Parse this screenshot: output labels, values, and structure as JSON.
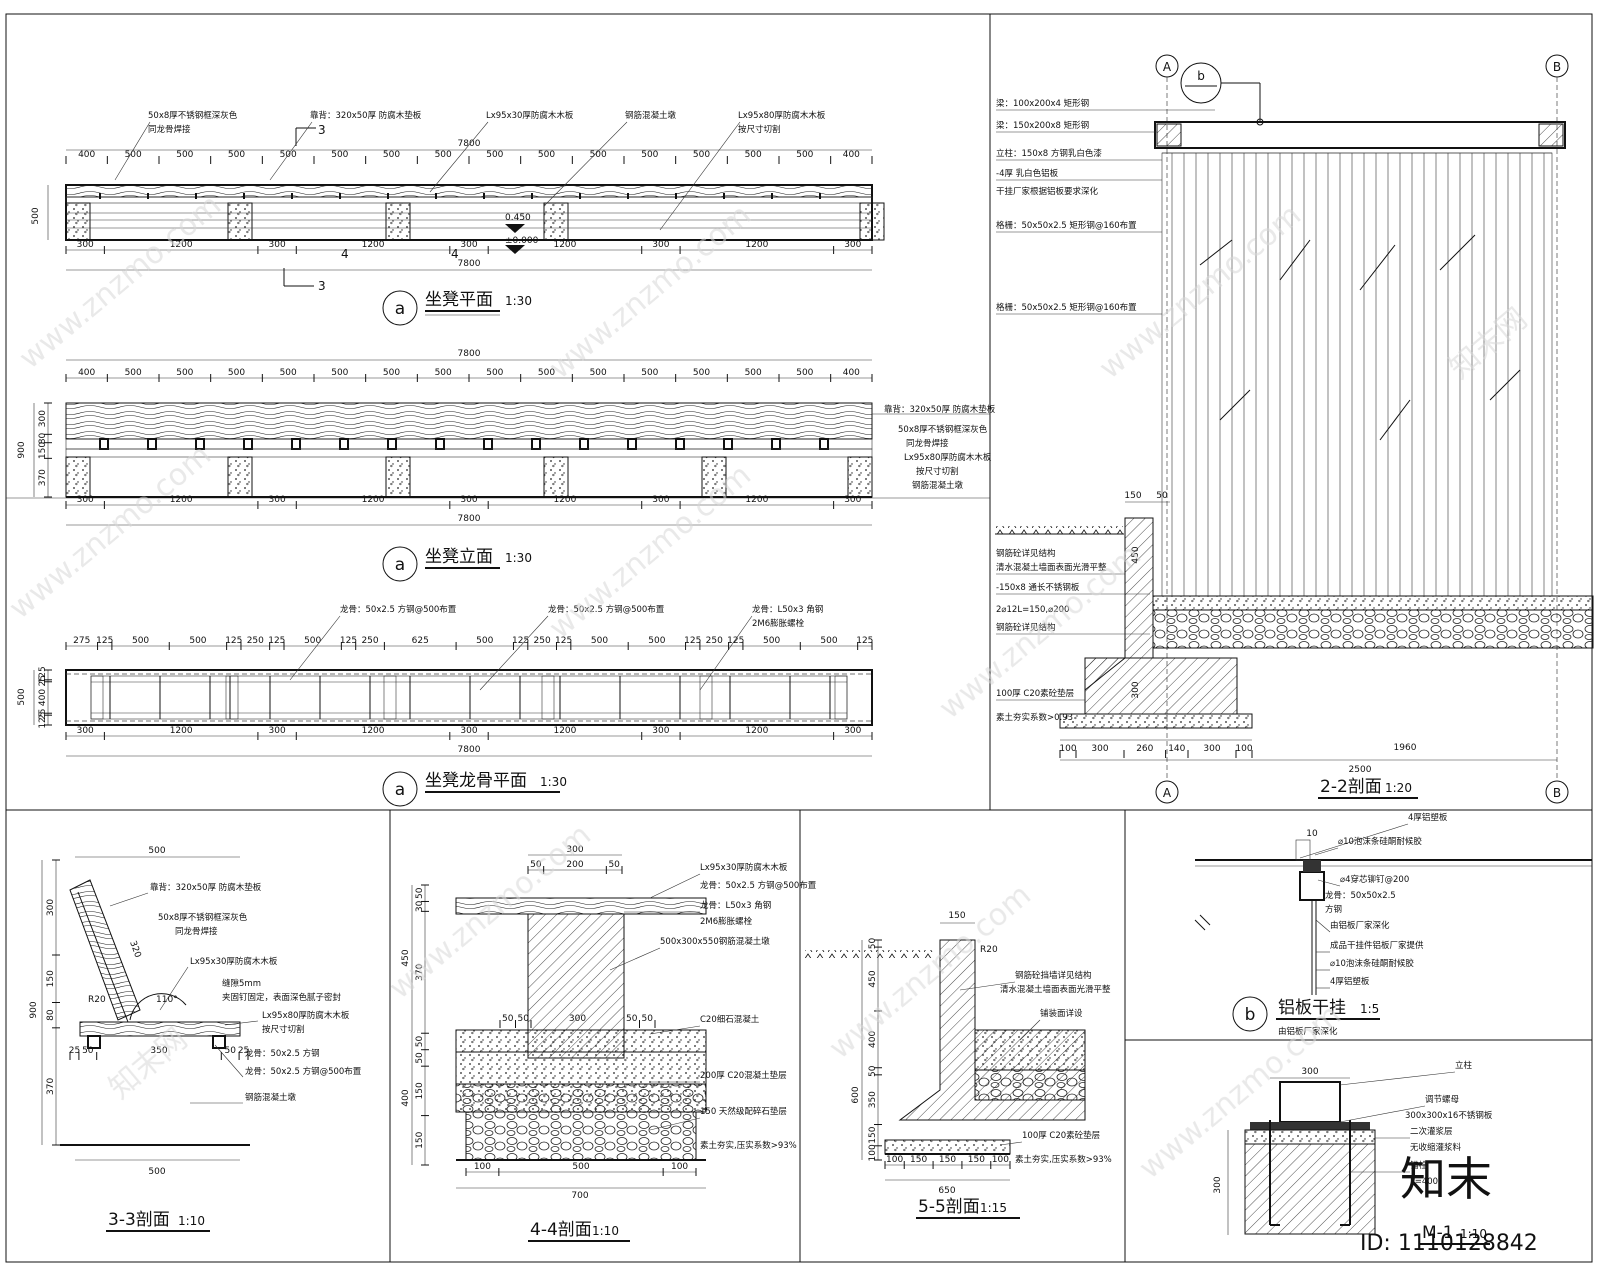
{
  "frame": {},
  "plan_a": {
    "bubble": "a",
    "title": "坐凳平面",
    "scale": "1:30",
    "section_mark_3": "3",
    "section_mark_4": "4",
    "labels": [
      "50x8厚不锈钢框深灰色",
      "同龙骨焊接",
      "靠背：320x50厚 防腐木垫板",
      "Lx95x30厚防腐木木板",
      "钢筋混凝土墩",
      "Lx95x80厚防腐木木板",
      "按尺寸切割"
    ],
    "top_dims": [
      "400",
      "500",
      "500",
      "500",
      "500",
      "500",
      "500",
      "500",
      "500",
      "500",
      "500",
      "500",
      "500",
      "500",
      "500",
      "400"
    ],
    "top_total": "7800",
    "bottom_dims": [
      "300",
      "1200",
      "300",
      "1200",
      "300",
      "1200",
      "300",
      "1200",
      "300"
    ],
    "bottom_total": "7800",
    "side_dim": "500",
    "elev_1": "0.450",
    "elev_2": "±0.000"
  },
  "elev_a": {
    "bubble": "a",
    "title": "坐凳立面",
    "scale": "1:30",
    "top_total": "7800",
    "top_dims": [
      "400",
      "500",
      "500",
      "500",
      "500",
      "500",
      "500",
      "500",
      "500",
      "500",
      "500",
      "500",
      "500",
      "500",
      "500",
      "400"
    ],
    "bottom_dims": [
      "300",
      "1200",
      "300",
      "1200",
      "300",
      "1200",
      "300",
      "1200",
      "300"
    ],
    "bottom_total": "7800",
    "side_dims": [
      "300",
      "80",
      "150",
      "370"
    ],
    "side_total": "900",
    "labels": [
      "靠背：320x50厚 防腐木垫板",
      "50x8厚不锈钢框深灰色",
      "同龙骨焊接",
      "Lx95x80厚防腐木木板",
      "按尺寸切割",
      "钢筋混凝土墩"
    ]
  },
  "keel_a": {
    "bubble": "a",
    "title": "坐凳龙骨平面",
    "scale": "1:30",
    "labels": [
      "龙骨：50x2.5 方钢@500布置",
      "龙骨：50x2.5 方钢@500布置",
      "龙骨：L50x3 角钢",
      "2M6膨胀螺栓"
    ],
    "top_dims": [
      "275",
      "125",
      "500",
      "500",
      "125",
      "250",
      "125",
      "500",
      "125",
      "250",
      "625",
      "500",
      "125",
      "250",
      "125",
      "500",
      "500",
      "125",
      "250",
      "125",
      "500",
      "500",
      "125"
    ],
    "side_dims": [
      "125",
      "25",
      "400",
      "25",
      "125"
    ],
    "side_total": "500",
    "bottom_dims": [
      "300",
      "1200",
      "300",
      "1200",
      "300",
      "1200",
      "300",
      "1200",
      "300"
    ],
    "bottom_total": "7800"
  },
  "sec_22": {
    "title": "2-2剖面",
    "scale": "1:20",
    "axis_a": "A",
    "axis_b": "B",
    "bubble": "b",
    "labels": [
      "梁：100x200x4 矩形钢",
      "梁：150x200x8 矩形钢",
      "立柱：150x8 方钢乳白色漆",
      "-4厚 乳白色铝板",
      "干挂厂家根据铝板要求深化",
      "格栅：50x50x2.5 矩形钢@160布置",
      "格栅：50x50x2.5 矩形钢@160布置",
      "钢筋砼详见结构",
      "清水混凝土墙面表面光滑平整",
      "-150x8 通长不锈钢板",
      "2⌀12L=150,⌀200",
      "钢筋砼详见结构",
      "100厚 C20素砼垫层",
      "素土夯实系数>0.93"
    ],
    "dims_top": [
      "150",
      "50"
    ],
    "dims_side": [
      "450",
      "300"
    ],
    "dims_bottom": [
      "100",
      "300",
      "260",
      "140",
      "300",
      "100"
    ],
    "dim_total": "2500",
    "dim_1960": "1960"
  },
  "sec_33": {
    "title": "3-3剖面",
    "scale": "1:10",
    "top_dim": "500",
    "bottom_dim": "500",
    "angle": "110°",
    "r": "R20",
    "dim_320": "320",
    "side_dims": [
      "300",
      "150",
      "80",
      "370"
    ],
    "side_total": "900",
    "seat_dims": [
      "25",
      "50",
      "350",
      "50",
      "25"
    ],
    "labels": [
      "靠背：320x50厚 防腐木垫板",
      "50x8厚不锈钢框深灰色",
      "同龙骨焊接",
      "Lx95x30厚防腐木木板",
      "缝隙5mm",
      "夹固钉固定，表面深色腻子密封",
      "Lx95x80厚防腐木木板",
      "按尺寸切割",
      "龙骨：50x2.5 方钢",
      "龙骨：50x2.5 方钢@500布置",
      "钢筋混凝土墩"
    ]
  },
  "sec_44": {
    "title": "4-4剖面",
    "scale": "1:10",
    "top_dims": [
      "50",
      "200",
      "50"
    ],
    "top_total": "300",
    "mid_dims": [
      "50",
      "50",
      "300",
      "50",
      "50"
    ],
    "bottom_dims": [
      "100",
      "500",
      "100"
    ],
    "bottom_total": "700",
    "side_dims": [
      "50",
      "30",
      "370",
      "50",
      "50",
      "150",
      "150"
    ],
    "side_450": "450",
    "side_400": "400",
    "labels": [
      "Lx95x30厚防腐木木板",
      "龙骨：50x2.5 方钢@500布置",
      "龙骨：L50x3 角钢",
      "2M6膨胀螺栓",
      "500x300x550钢筋混凝土墩",
      "C20细石混凝土",
      "200厚 C20混凝土垫层",
      "150 天然级配碎石垫层",
      "素土夯实,压实系数>93%"
    ]
  },
  "sec_55": {
    "title": "5-5剖面",
    "scale": "1:15",
    "top_dim": "150",
    "r": "R20",
    "side_dims": [
      "50",
      "450",
      "400",
      "50",
      "350",
      "150",
      "100"
    ],
    "side_600": "600",
    "bottom_dims": [
      "100",
      "150",
      "150",
      "150",
      "100"
    ],
    "bottom_total": "650",
    "labels": [
      "钢筋砼挡墙详见结构",
      "清水混凝土墙面表面光滑平整",
      "铺装面详设",
      "100厚 C20素砼垫层",
      "素土夯实,压实系数>93%"
    ]
  },
  "detail_b": {
    "bubble": "b",
    "title": "铝板干挂",
    "scale": "1:5",
    "dim_10": "10",
    "labels": [
      "4厚铝塑板",
      "⌀10泡沫条硅酮耐候胶",
      "⌀4穿芯铆钉@200",
      "龙骨：50x50x2.5",
      "方钢",
      "由铝板厂家深化",
      "成品干挂件铝板厂家提供",
      "⌀10泡沫条硅酮耐候胶",
      "4厚铝塑板"
    ],
    "note": "由铝板厂家深化"
  },
  "detail_m1": {
    "title": "M-1",
    "scale": "1:10",
    "top_dim": "300",
    "side_dim": "300",
    "labels": [
      "立柱",
      "调节螺母",
      "300x300x16不锈钢板",
      "二次灌浆层",
      "无收缩灌浆料",
      "锚栓",
      "L=400"
    ]
  },
  "watermark": {
    "site": "www.znzmo.com",
    "cn": "知末网",
    "logo": "知末",
    "id": "ID: 1110128842"
  }
}
